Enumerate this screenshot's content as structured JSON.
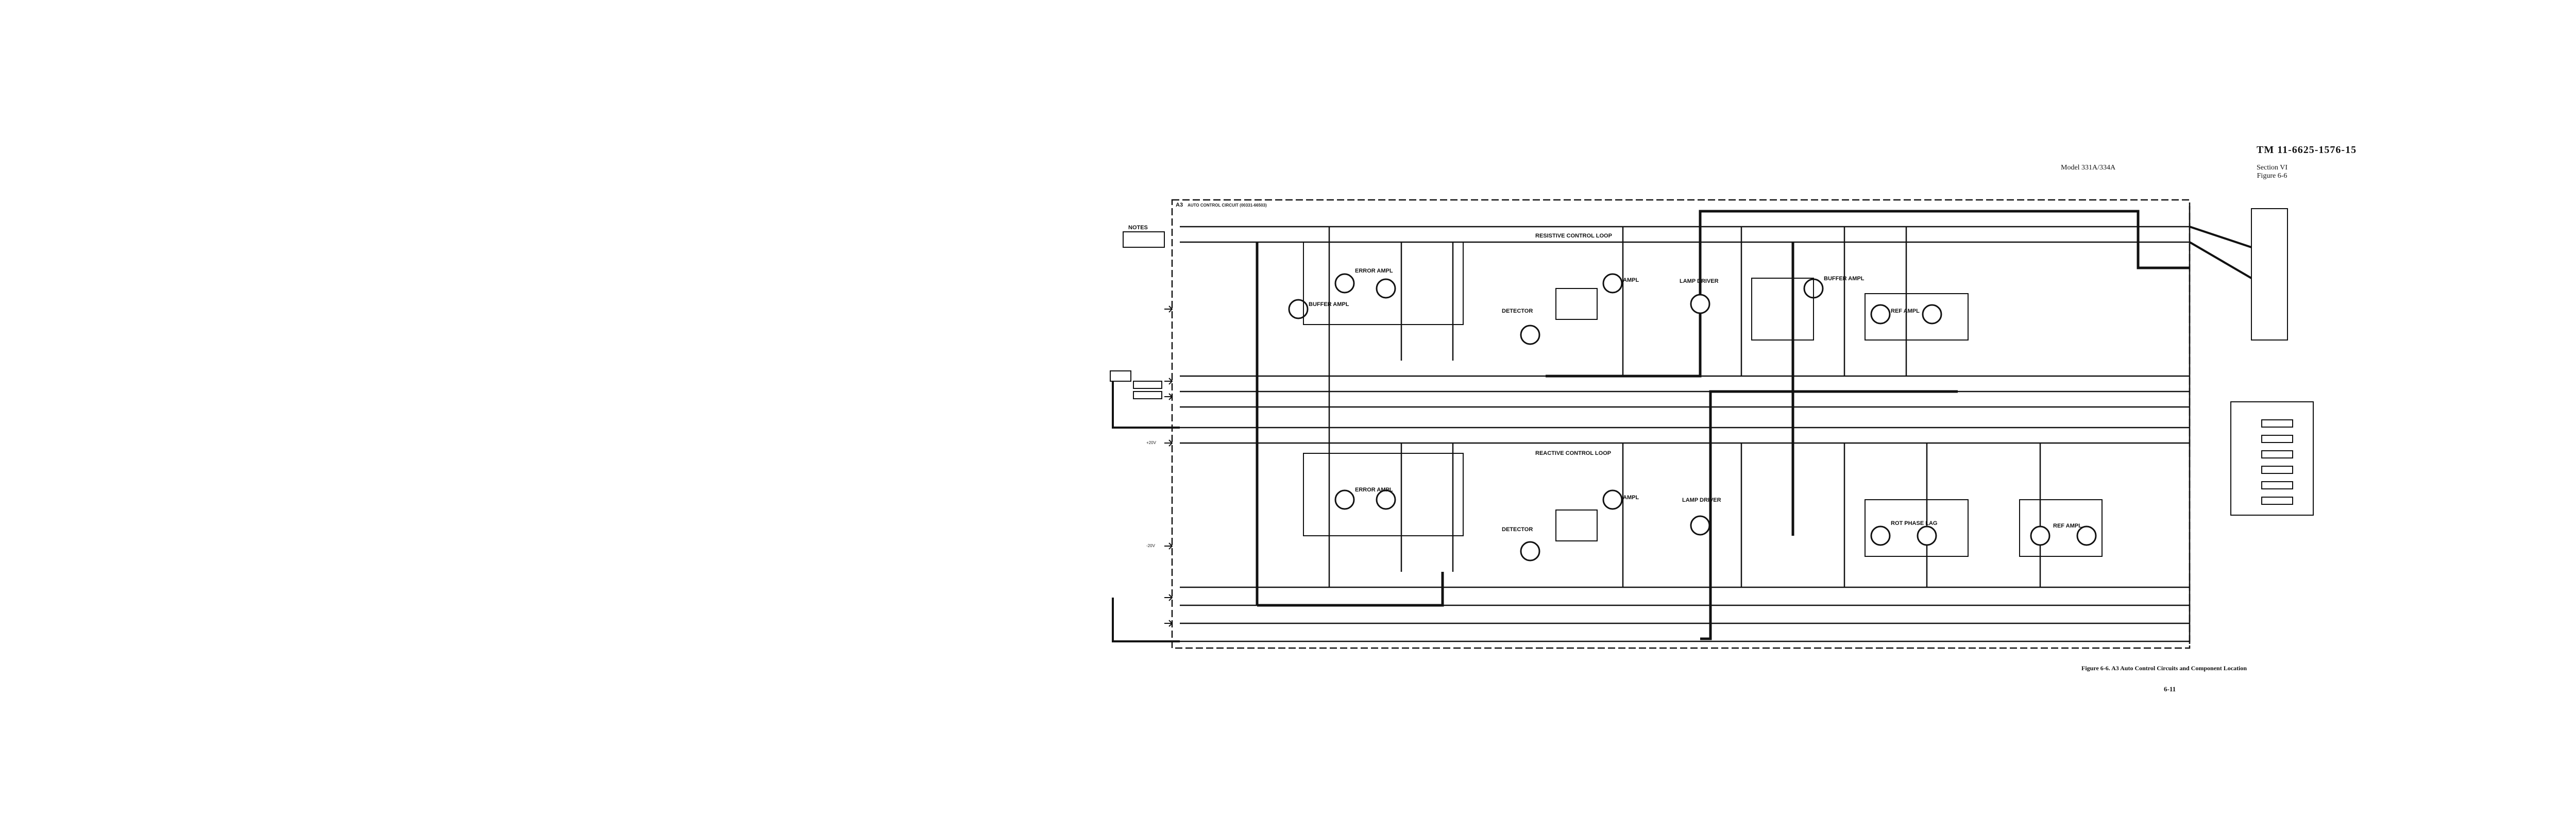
{
  "header": {
    "tm_number": "TM 11-6625-1576-15",
    "model": "Model 331A/334A",
    "section": "Section VI",
    "figure_ref": "Figure 6-6"
  },
  "caption": {
    "figure_title": "Figure 6-6. A3 Auto Control Circuits and Component Location",
    "page_number": "6-11"
  },
  "diagram": {
    "board_label": "A3",
    "board_title": "AUTO CONTROL CIRCUIT (00331-66503)",
    "notes_title": "NOTES",
    "blocks": {
      "buffer_ampl_1": "BUFFER AMPL",
      "error_ampl_1": "ERROR AMPL",
      "detector_1": "DETECTOR",
      "ampl_1": "AMPL",
      "lamp_driver_1": "LAMP DRIVER",
      "buffer_ampl_2": "BUFFER AMPL",
      "ref_ampl_1": "REF AMPL",
      "resistive_loop": "RESISTIVE CONTROL LOOP",
      "error_ampl_2": "ERROR AMPL",
      "detector_2": "DETECTOR",
      "ampl_2": "AMPL",
      "lamp_driver_2": "LAMP DRIVER",
      "reactive_loop": "REACTIVE CONTROL LOOP",
      "rot_phase_lag": "ROT PHASE LAG",
      "ref_ampl_2": "REF AMPL"
    },
    "rails": {
      "plus_20v": "+20V",
      "minus_20v": "-20V"
    }
  }
}
